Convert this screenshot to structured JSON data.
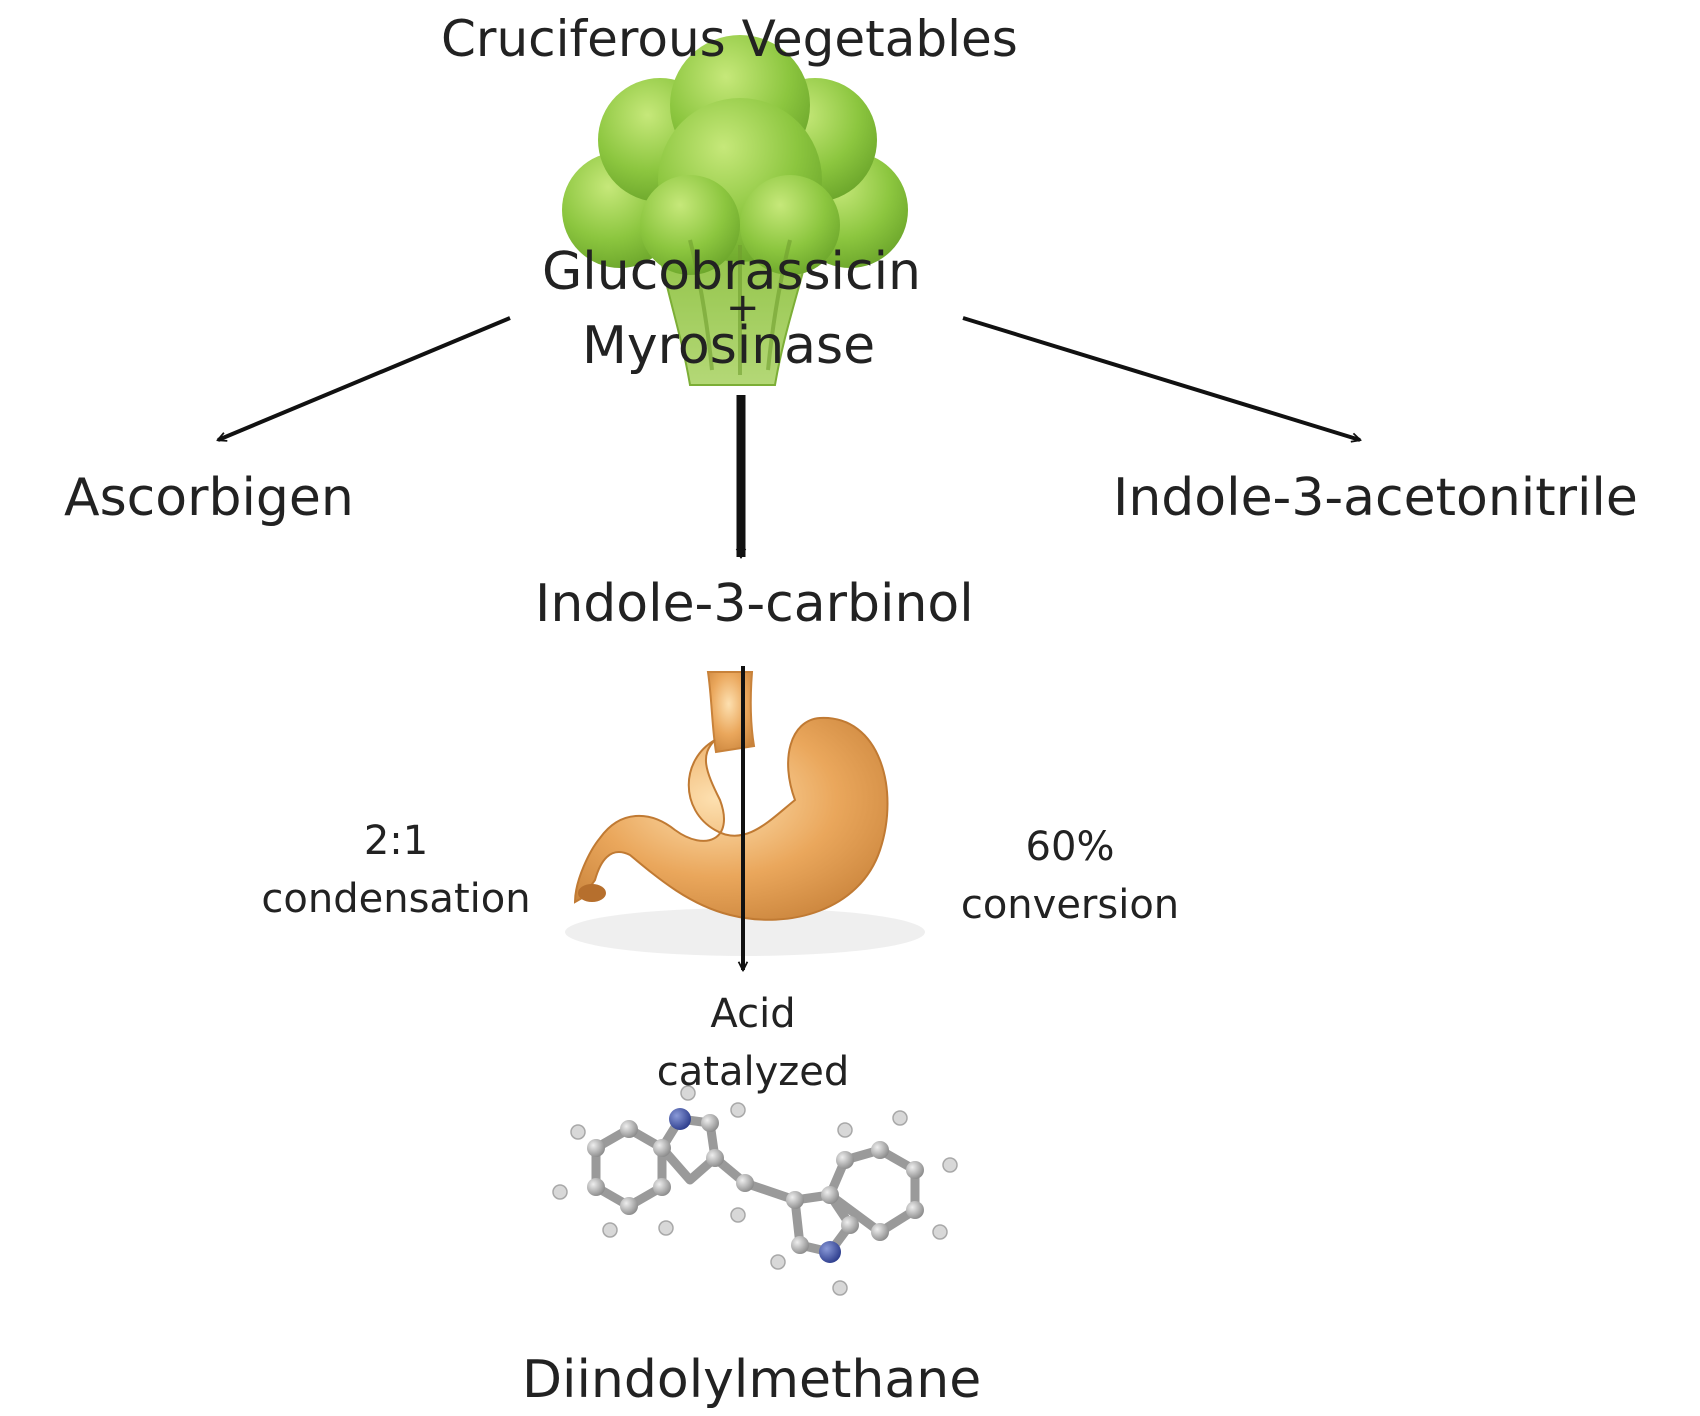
{
  "diagram": {
    "title": "Cruciferous Vegetables",
    "precursor": {
      "line1": "Glucobrassicin",
      "plus": "+",
      "line2": "Myrosinase"
    },
    "products": {
      "left": "Ascorbigen",
      "center": "Indole-3-carbinol",
      "right": "Indole-3-acetonitrile"
    },
    "stomach_step": {
      "left_note": {
        "line1": "2:1",
        "line2": "condensation"
      },
      "right_note": {
        "line1": "60%",
        "line2": "conversion"
      },
      "below_note": {
        "line1": "Acid",
        "line2": "catalyzed"
      }
    },
    "final_product": "Diindolylmethane",
    "icons": [
      "broccoli-icon",
      "stomach-icon",
      "molecule-icon"
    ],
    "colors": {
      "broccoli": "#8cc63f",
      "stomach": "#e8a65a",
      "carbon": "#9a9a9a",
      "nitrogen": "#3a4fa0",
      "arrow": "#111111"
    }
  }
}
